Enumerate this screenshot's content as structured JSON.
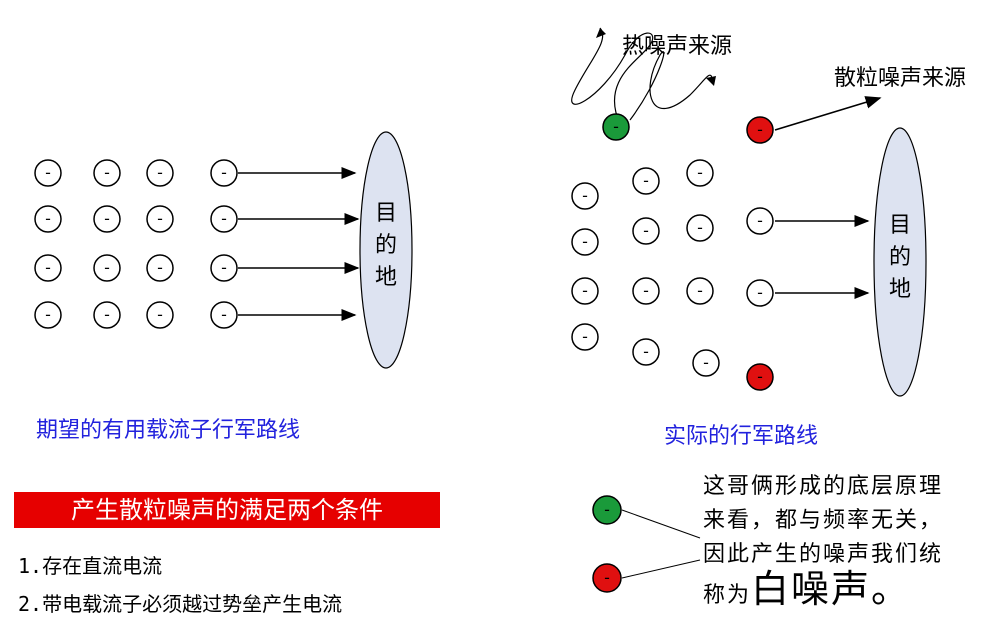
{
  "captions": {
    "expected_route": "期望的有用载流子行军路线",
    "actual_route": "实际的行军路线"
  },
  "labels": {
    "thermal_noise_source": "热噪声来源",
    "shot_noise_source": "散粒噪声来源"
  },
  "destination": {
    "chars": [
      "目",
      "的",
      "地"
    ]
  },
  "electron_symbol": "-",
  "conditions": {
    "title": "产生散粒噪声的满足两个条件",
    "items": [
      "1.存在直流电流",
      "2.带电载流子必须越过势垒产生电流"
    ]
  },
  "explanation": {
    "line1": "这哥俩形成的底层原理",
    "line2": "来看，都与频率无关，",
    "line3": "因此产生的噪声我们统",
    "line4_prefix": "称为",
    "line4_emphasis": "白噪声",
    "line4_suffix": "。"
  },
  "colors": {
    "caption_blue": "#2222dd",
    "banner_red": "#e60000",
    "thermal_green": "#1a9a3a",
    "shot_red": "#e01010"
  }
}
